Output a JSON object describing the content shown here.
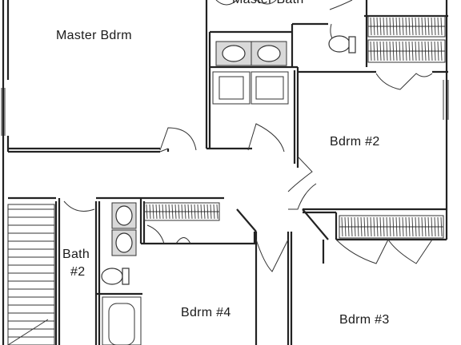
{
  "plan": {
    "rooms": {
      "master_bath_partial": "Master Bath",
      "master_bdrm": "Master Bdrm",
      "bdrm_2": "Bdrm #2",
      "bath_2_line1": "Bath",
      "bath_2_line2": "#2",
      "bdrm_4": "Bdrm #4",
      "bdrm_3": "Bdrm #3"
    }
  }
}
